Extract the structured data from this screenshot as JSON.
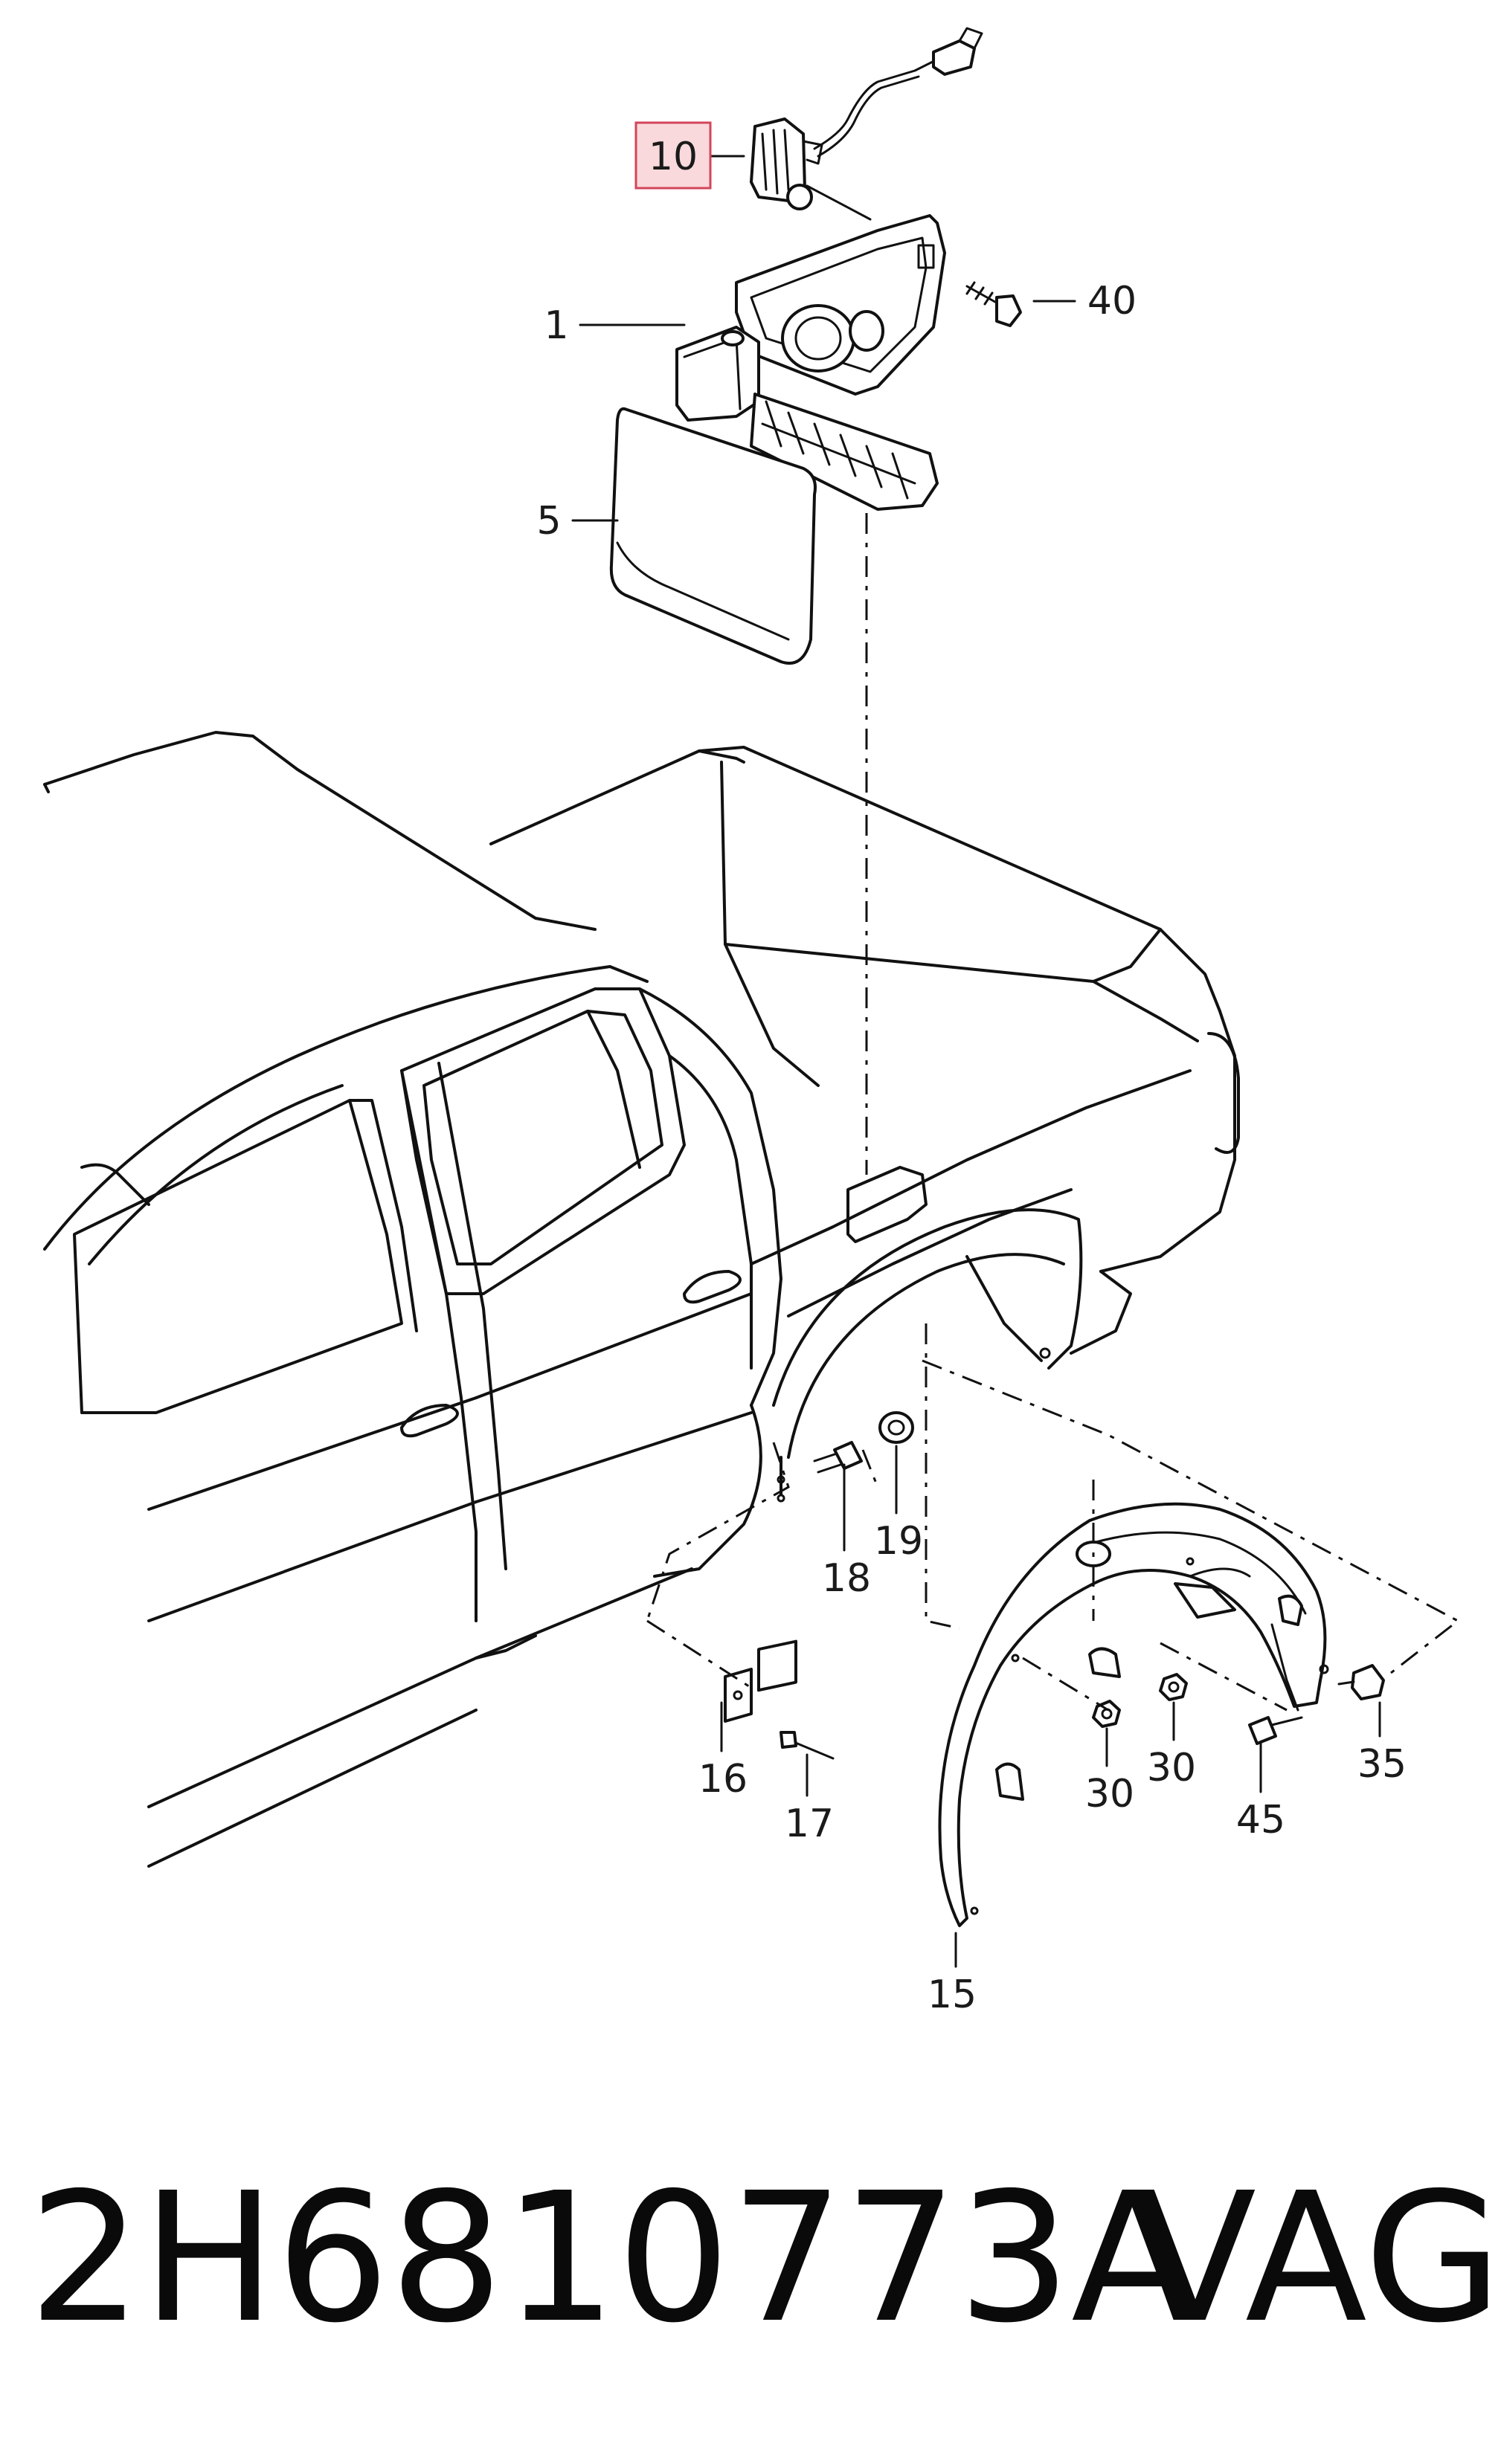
{
  "callouts": {
    "c10": "10",
    "c1": "1",
    "c40": "40",
    "c5": "5",
    "c18": "18",
    "c19": "19",
    "c16": "16",
    "c17": "17",
    "c30a": "30",
    "c30b": "30",
    "c35": "35",
    "c45": "45",
    "c15": "15"
  },
  "caption": {
    "part_number": "2H6810773A",
    "brand": "VAG"
  },
  "colors": {
    "highlight_fill": "#f9d9dc",
    "highlight_stroke": "#d3455a",
    "line": "#111111"
  }
}
